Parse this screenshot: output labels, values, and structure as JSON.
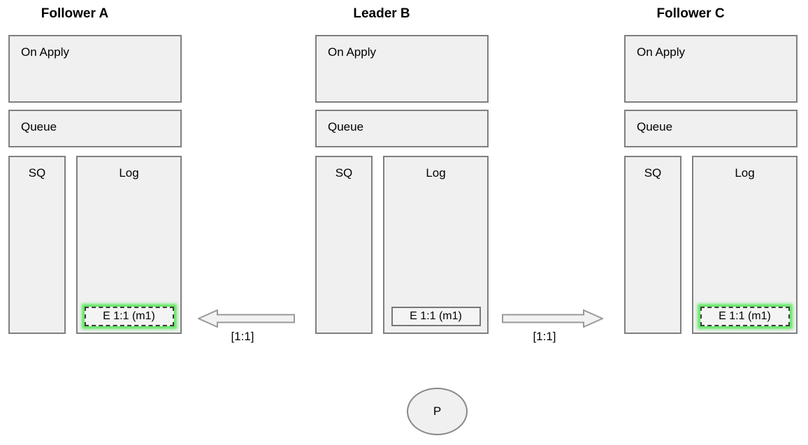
{
  "nodes": [
    {
      "title": "Follower A",
      "boxes": {
        "on_apply": "On Apply",
        "queue": "Queue",
        "sq": "SQ",
        "log": "Log"
      },
      "log_entry": {
        "label": "E 1:1 (m1)",
        "highlighted": true
      }
    },
    {
      "title": "Leader B",
      "boxes": {
        "on_apply": "On Apply",
        "queue": "Queue",
        "sq": "SQ",
        "log": "Log"
      },
      "log_entry": {
        "label": "E 1:1 (m1)",
        "highlighted": false
      }
    },
    {
      "title": "Follower C",
      "boxes": {
        "on_apply": "On Apply",
        "queue": "Queue",
        "sq": "SQ",
        "log": "Log"
      },
      "log_entry": {
        "label": "E 1:1 (m1)",
        "highlighted": true
      }
    }
  ],
  "arrows": [
    {
      "direction": "left",
      "label": "[1:1]"
    },
    {
      "direction": "right",
      "label": "[1:1]"
    }
  ],
  "process_node": {
    "label": "P"
  },
  "colors": {
    "box_fill": "#f0f0f0",
    "box_border": "#7f7f7f",
    "entry_fill": "#f4f4f4",
    "entry_border_solid": "#777777",
    "entry_border_dashed": "#3d3d3d",
    "highlight_glow": "#5ee65e",
    "arrow_fill": "#f2f2f2",
    "arrow_stroke": "#999999",
    "text": "#000000"
  }
}
